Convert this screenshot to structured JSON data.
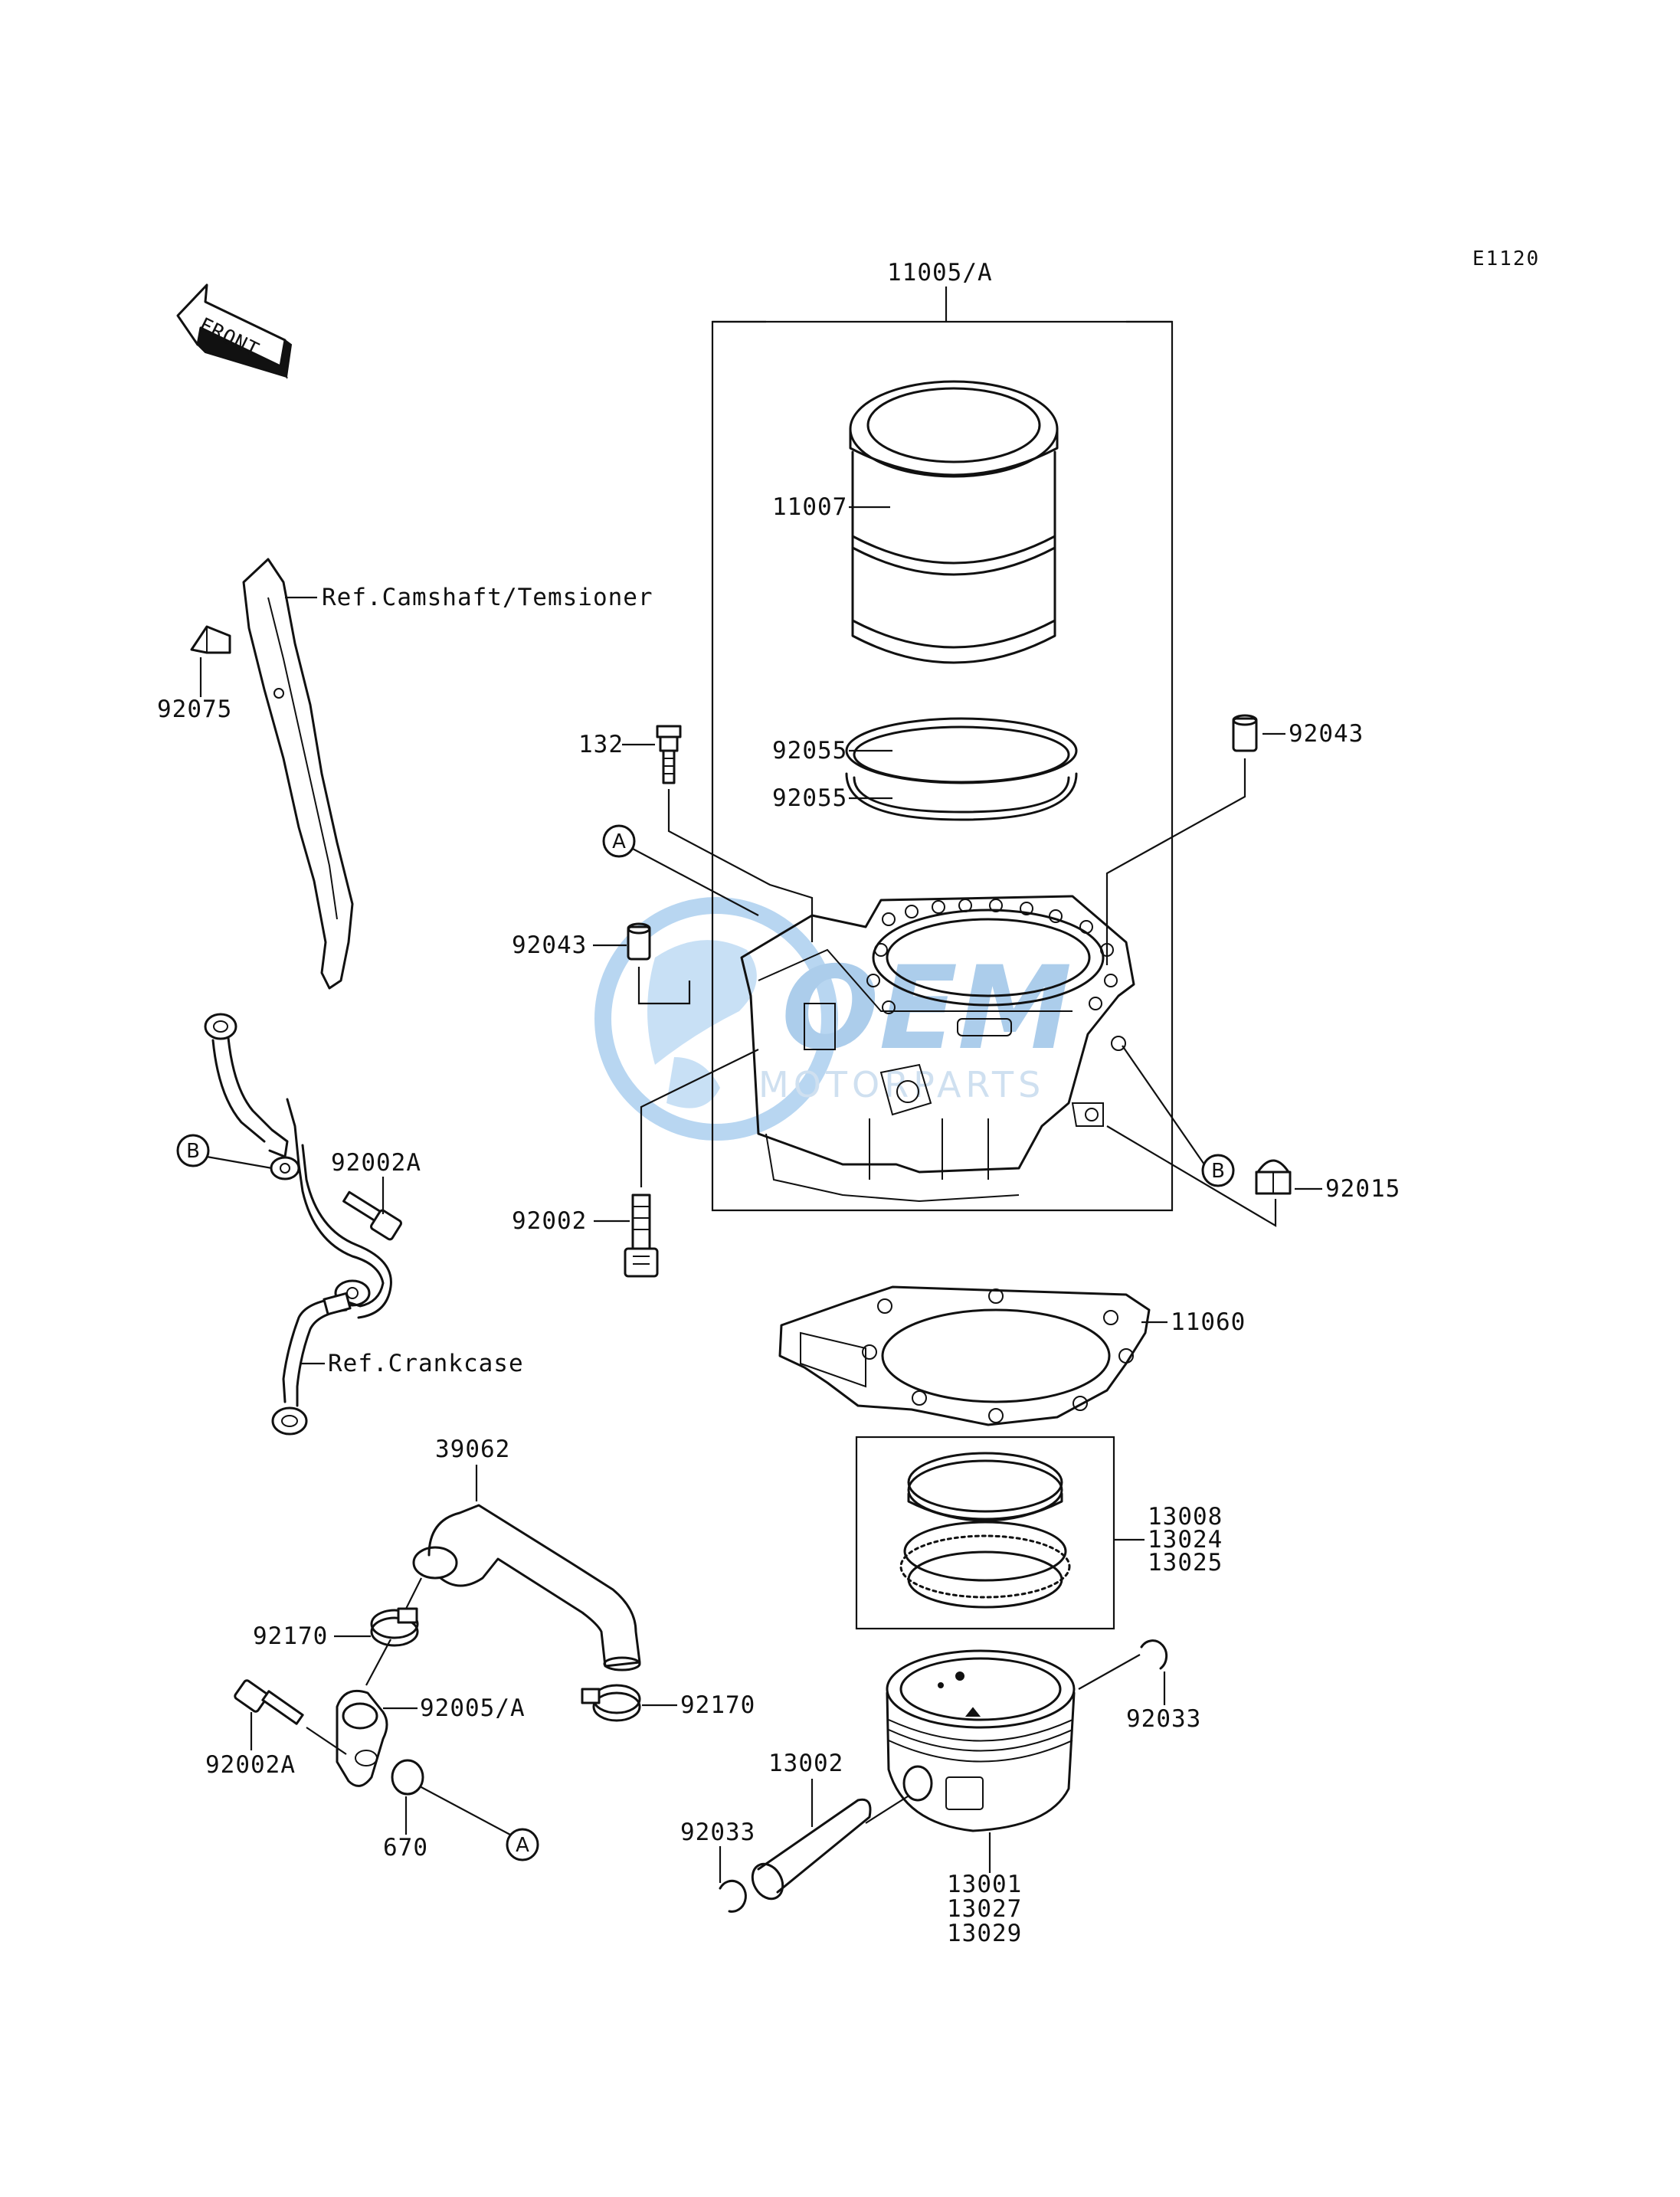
{
  "diagram_code": "E1120",
  "front_arrow_text": "FRONT",
  "watermark": {
    "logo_text": "OEM",
    "sub_text": "MOTORPARTS",
    "color": "#7fb6e6"
  },
  "part_labels": {
    "p11005A": "11005/A",
    "p11007": "11007",
    "p92055_a": "92055",
    "p92055_b": "92055",
    "p132": "132",
    "p92043_right": "92043",
    "p92043_left": "92043",
    "p92002_bolt": "92002",
    "p92015": "92015",
    "p11060": "11060",
    "p92075": "92075",
    "p92002A_top": "92002A",
    "p39062": "39062",
    "p92170_left": "92170",
    "p92170_right": "92170",
    "p92005A": "92005/A",
    "p92002A_bottom": "92002A",
    "p670": "670",
    "p13008": "13008",
    "p13024": "13024",
    "p13025": "13025",
    "p92033_right": "92033",
    "p13002": "13002",
    "p92033_left": "92033",
    "p13001": "13001",
    "p13027": "13027",
    "p13029": "13029"
  },
  "references": {
    "camshaft": "Ref.Camshaft/Temsioner",
    "crankcase": "Ref.Crankcase"
  },
  "callouts": {
    "a_top": "A",
    "a_bottom": "A",
    "b_left": "B",
    "b_right": "B"
  }
}
